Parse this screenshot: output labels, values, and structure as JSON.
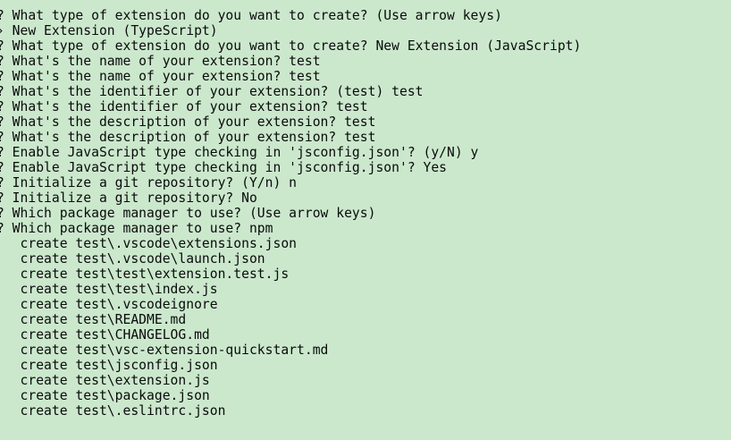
{
  "terminal": {
    "app": "yo code generator output",
    "colors": {
      "background": "#cbe8cd",
      "text": "#0b0b0b"
    },
    "lines": [
      "? What type of extension do you want to create? (Use arrow keys)",
      "› New Extension (TypeScript)",
      "? What type of extension do you want to create? New Extension (JavaScript)",
      "? What's the name of your extension? test",
      "? What's the name of your extension? test",
      "? What's the identifier of your extension? (test) test",
      "? What's the identifier of your extension? test",
      "? What's the description of your extension? test",
      "? What's the description of your extension? test",
      "? Enable JavaScript type checking in 'jsconfig.json'? (y/N) y",
      "? Enable JavaScript type checking in 'jsconfig.json'? Yes",
      "? Initialize a git repository? (Y/n) n",
      "? Initialize a git repository? No",
      "? Which package manager to use? (Use arrow keys)",
      "? Which package manager to use? npm",
      "   create test\\.vscode\\extensions.json",
      "   create test\\.vscode\\launch.json",
      "   create test\\test\\extension.test.js",
      "   create test\\test\\index.js",
      "   create test\\.vscodeignore",
      "   create test\\README.md",
      "   create test\\CHANGELOG.md",
      "   create test\\vsc-extension-quickstart.md",
      "   create test\\jsconfig.json",
      "   create test\\extension.js",
      "   create test\\package.json",
      "   create test\\.eslintrc.json"
    ]
  }
}
